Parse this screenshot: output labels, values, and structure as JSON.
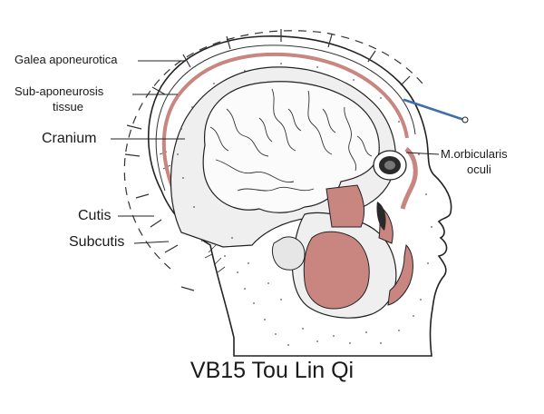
{
  "labels": {
    "galea": "Galea aponeurotica",
    "sub_line1": "Sub-aponeurosis",
    "sub_line2": "tissue",
    "cranium": "Cranium",
    "orbicularis_line1": "M.orbicularis",
    "orbicularis_line2": "oculi",
    "cutis": "Cutis",
    "subcutis": "Subcutis"
  },
  "caption": "VB15 Tou Lin Qi",
  "colors": {
    "muscle": "#c98580",
    "needle": "#3f6fa8",
    "line": "#222222",
    "brain_fill": "#fbfbfb",
    "bone_fill": "#efefef"
  }
}
